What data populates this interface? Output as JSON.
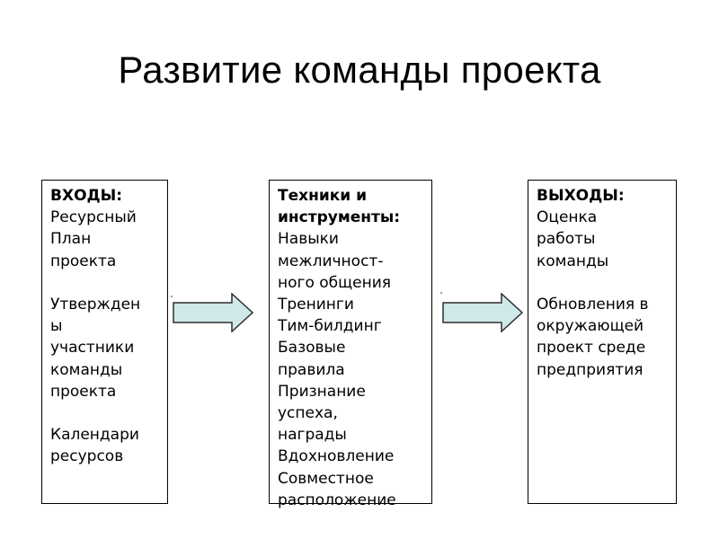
{
  "title": "Развитие команды проекта",
  "colors": {
    "arrow_fill": "#cfe8e8",
    "arrow_stroke": "#2f2f2f",
    "box_border": "#000000"
  },
  "boxes": {
    "inputs": {
      "heading": "ВХОДЫ:",
      "lines": [
        "Ресурсный",
        "План",
        "проекта",
        "",
        "Утвержден",
        "ы",
        "участники",
        "команды",
        "проекта",
        "",
        "Календари",
        "ресурсов"
      ]
    },
    "tools": {
      "heading": "Техники и инструменты:",
      "heading_lines": [
        "Техники и",
        "инструменты:"
      ],
      "lines": [
        "Навыки",
        "межличност-",
        "ного общения",
        "Тренинги",
        "Тим-билдинг",
        "Базовые",
        "правила",
        "Признание",
        "успеха,",
        "награды",
        "Вдохновление",
        "Совместное",
        "расположение"
      ]
    },
    "outputs": {
      "heading": "ВЫХОДЫ:",
      "lines": [
        "Оценка",
        "работы",
        "команды",
        "",
        "Обновления в",
        "окружающей",
        "проект среде",
        "предприятия"
      ]
    }
  },
  "arrows": [
    {
      "from": "inputs",
      "to": "tools",
      "icon": "right-arrow-icon"
    },
    {
      "from": "tools",
      "to": "outputs",
      "icon": "right-arrow-icon"
    }
  ]
}
